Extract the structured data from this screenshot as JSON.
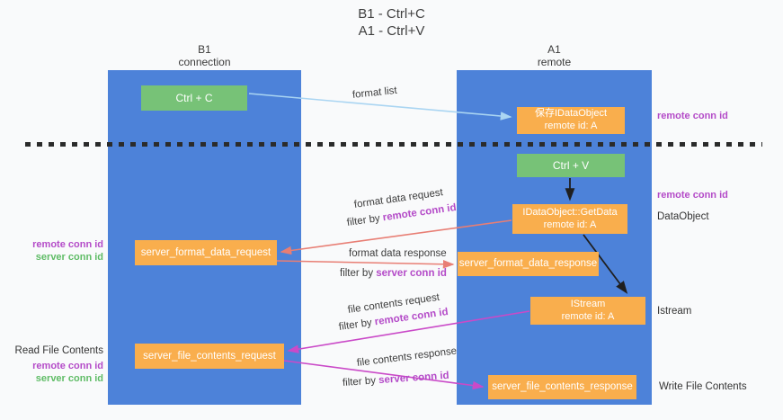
{
  "colors": {
    "column_blue": "#4d82d9",
    "box_orange": "#f9ae4d",
    "box_green": "#77c277",
    "arrow_light_blue": "#aad5f2",
    "arrow_salmon": "#e87e74",
    "arrow_magenta": "#ca4ac8",
    "arrow_black": "#1f1f1f",
    "text_purple": "#b44bc8",
    "text_green": "#5fbc66"
  },
  "title": {
    "line1": "B1 - Ctrl+C",
    "line2": "A1 - Ctrl+V"
  },
  "lifelines": {
    "left": {
      "name": "B1",
      "role": "connection"
    },
    "right": {
      "name": "A1",
      "role": "remote"
    }
  },
  "nodes": {
    "ctrl_c": {
      "label": "Ctrl + C"
    },
    "ctrl_v": {
      "label": "Ctrl + V"
    },
    "save_dataobject": {
      "line1": "保存IDataObject",
      "line2": "remote id: A"
    },
    "getdata": {
      "line1": "IDataObject::GetData",
      "line2": "remote id: A"
    },
    "istream": {
      "line1": "IStream",
      "line2": "remote id: A"
    },
    "server_format_data_request": {
      "label": "server_format_data_request"
    },
    "server_format_data_response": {
      "label": "server_format_data_response"
    },
    "server_file_contents_request": {
      "label": "server_file_contents_request"
    },
    "server_file_contents_response": {
      "label": "server_file_contents_response"
    }
  },
  "arrow_labels": {
    "format_list": "format list",
    "format_request": {
      "line1": "format data request",
      "prefix": "filter by ",
      "key": "remote conn id"
    },
    "format_response": {
      "line1": "format data response",
      "prefix": "filter by ",
      "key": "server conn id"
    },
    "file_request": {
      "line1": "file contents request",
      "prefix": "filter by ",
      "key": "remote conn id"
    },
    "file_response": {
      "line1": "file contents response",
      "prefix": "filter by ",
      "key": "server conn id"
    }
  },
  "annotations": {
    "right_remote_conn_id_1": "remote conn id",
    "right_remote_conn_id_2": "remote conn id",
    "dataobject": "DataObject",
    "istream": "Istream",
    "write_file_contents": "Write File Contents",
    "read_file_contents": "Read File Contents",
    "left_remote_conn_id_1": "remote conn id",
    "left_server_conn_id_1": "server conn id",
    "left_remote_conn_id_2": "remote conn id",
    "left_server_conn_id_2": "server conn id"
  }
}
